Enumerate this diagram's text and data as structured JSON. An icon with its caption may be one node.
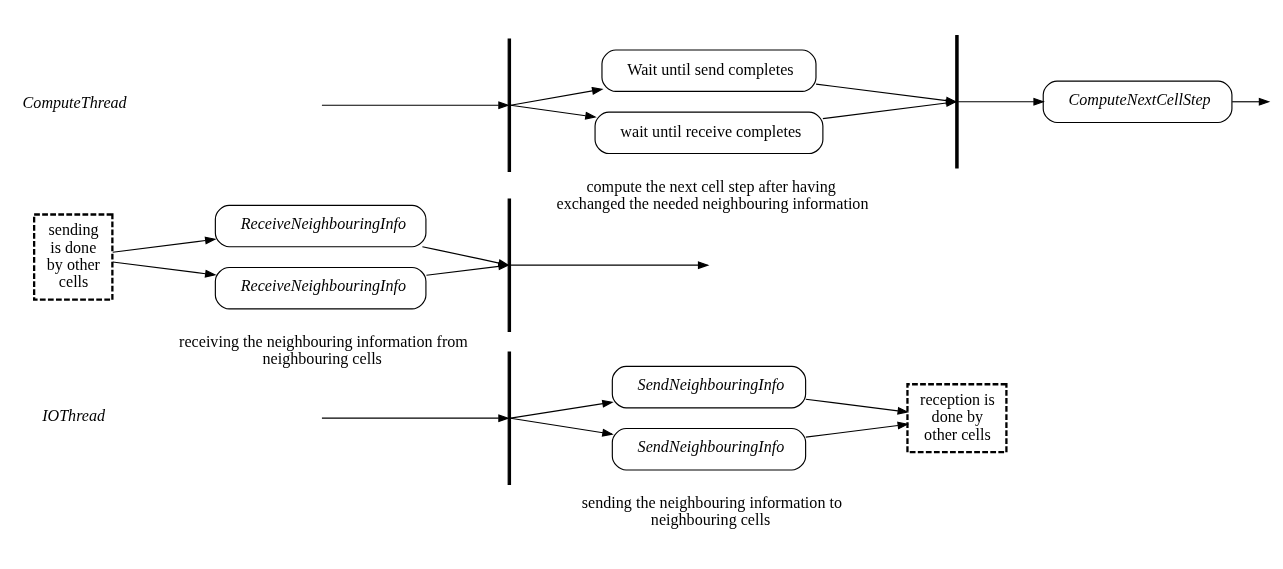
{
  "diagram": {
    "nodes": [
      {
        "text": [],
        "shape": "bar"
      },
      {
        "text": [
          "SendNeighbouringInfo"
        ]
      },
      {
        "text": [
          "SendNeighbouringInfo"
        ]
      },
      {
        "text": [
          "reception is done by other cells"
        ]
      },
      {
        "text": [
          "sending is done by other cells"
        ]
      },
      {
        "text": [
          "ReceiveNeighbouringInfo"
        ]
      },
      {
        "text": [
          "ReceiveNeighbouringInfo"
        ]
      },
      {
        "text": [],
        "shape": "bar"
      },
      {
        "text": [],
        "shape": "bar"
      },
      {
        "text": [
          "Wait until send completes"
        ]
      },
      {
        "text": [
          "wait until receive completes"
        ]
      },
      {
        "text": [],
        "shape": "bar"
      },
      {
        "text": [
          "ComputeNextCellStep"
        ]
      }
    ],
    "edges": [
      {
        "from": null,
        "to": 0,
        "arrow": "to"
      },
      {
        "from": 0,
        "to": 1,
        "arrow": "to"
      },
      {
        "from": 0,
        "to": 2,
        "arrow": "to"
      },
      {
        "from": 1,
        "to": 3,
        "arrow": "to"
      },
      {
        "from": 2,
        "to": 3,
        "arrow": "to"
      },
      {
        "from": 4,
        "to": 5,
        "arrow": "to"
      },
      {
        "from": 4,
        "to": 6,
        "arrow": "to"
      },
      {
        "from": 5,
        "to": 7,
        "arrow": "to"
      },
      {
        "from": 6,
        "to": 7,
        "arrow": "to"
      },
      {
        "from": 7,
        "to": null,
        "arrow": "to"
      },
      {
        "from": null,
        "to": 8,
        "arrow": "to"
      },
      {
        "from": 8,
        "to": 9,
        "arrow": "to"
      },
      {
        "from": 8,
        "to": 10,
        "arrow": "to"
      },
      {
        "from": 9,
        "to": 11,
        "arrow": "to"
      },
      {
        "from": 10,
        "to": 11,
        "arrow": "to"
      },
      {
        "from": 11,
        "to": 12,
        "arrow": "to"
      },
      {
        "from": 12,
        "to": null,
        "arrow": "to"
      }
    ],
    "labels": [
      "IOThread",
      "sending the neighbouring information to neighbouring cells",
      "receiving the neighbouring information from neighbouring cells",
      "ComputeThread",
      "compute the next cell step after having exchanged the needed neighbouring information"
    ]
  }
}
